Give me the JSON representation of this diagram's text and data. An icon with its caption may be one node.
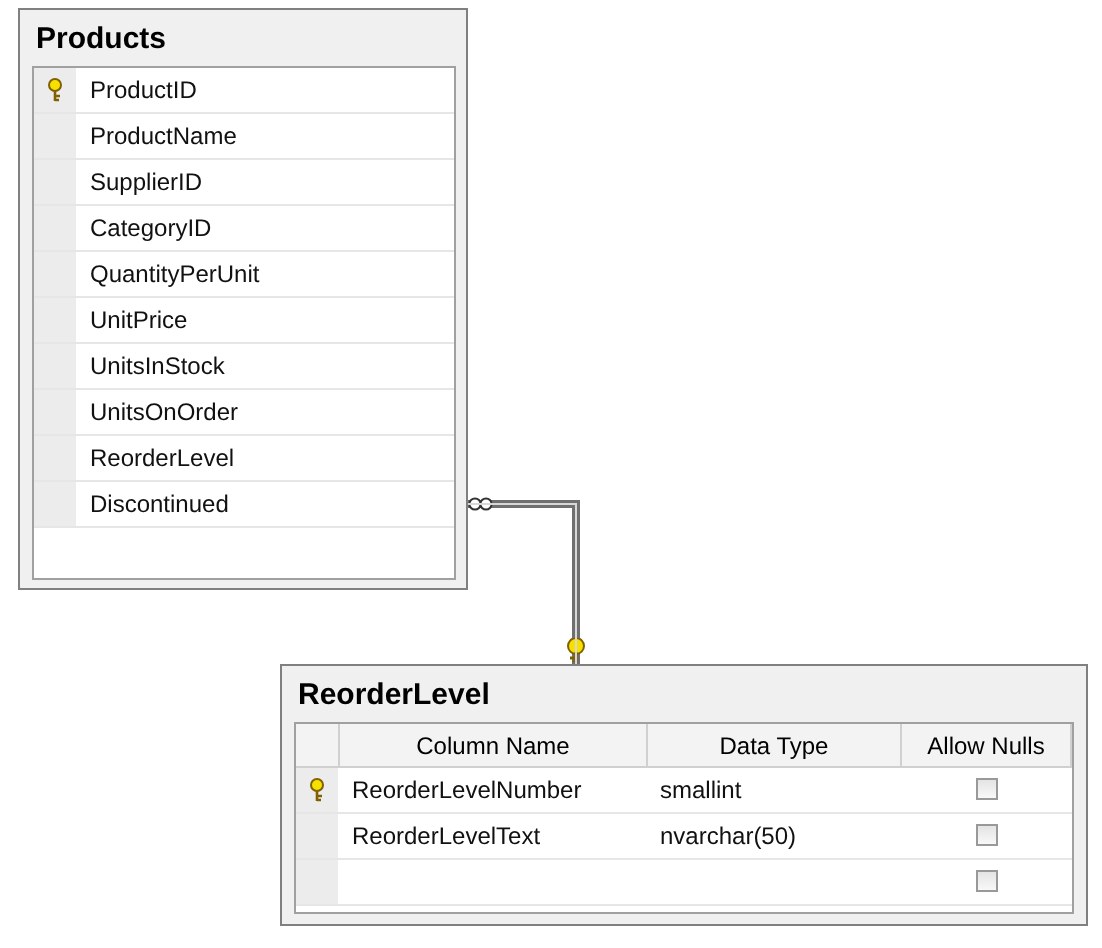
{
  "diagram": {
    "nodes": [
      {
        "text": [
          "Products",
          "ProductID",
          "ProductName",
          "SupplierID",
          "CategoryID",
          "QuantityPerUnit",
          "UnitPrice",
          "UnitsInStock",
          "UnitsOnOrder",
          "ReorderLevel",
          "Discontinued"
        ]
      },
      {
        "text": [
          "ReorderLevel",
          "Column Name",
          "Data Type",
          "Allow Nulls",
          "ReorderLevelNumber",
          "smallint",
          "ReorderLevelText",
          "nvarchar(50)"
        ]
      }
    ],
    "edges": [
      {
        "from": 0,
        "to": 1,
        "arrow": "other"
      }
    ]
  }
}
